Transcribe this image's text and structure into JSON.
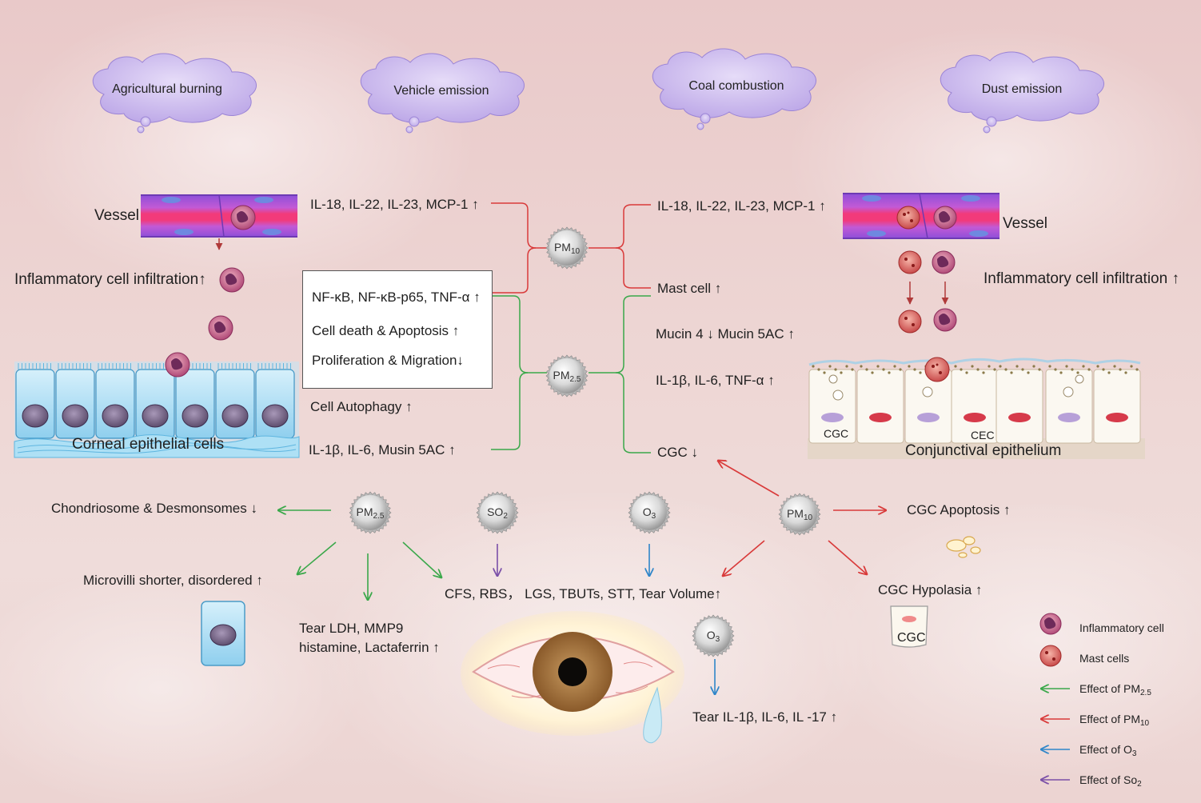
{
  "sources": [
    "Agricultural burning",
    "Vehicle emission",
    "Coal combustion",
    "Dust emission"
  ],
  "left": {
    "vessel": "Vessel",
    "infiltration": "Inflammatory cell infiltration↑",
    "corneal": "Corneal epithelial cells",
    "pm10_line": "IL-18, IL-22, IL-23, MCP-1 ↑",
    "box": [
      "NF-κB, NF-κB-p65, TNF-α ↑",
      "Cell death  & Apoptosis   ↑",
      "Proliferation  & Migration↓"
    ],
    "autophagy": "Cell Autophagy ↑",
    "il1b_musin": "IL-1β,  IL-6, Musin 5AC ↑"
  },
  "right": {
    "pm10_line": "IL-18, IL-22, IL-23, MCP-1 ↑",
    "mast": "Mast cell ↑",
    "mucin": "Mucin 4  ↓ Mucin 5AC ↑",
    "il1b": "IL-1β,  IL-6, TNF-α ↑",
    "cgc": "CGC ↓",
    "vessel": "Vessel",
    "infiltration": "Inflammatory  cell infiltration ↑",
    "conjunctival": "Conjunctival epithelium",
    "cgc_label": "CGC",
    "cec_label": "CEC"
  },
  "pollutants": {
    "pm10": {
      "base": "PM",
      "sub": "10"
    },
    "pm25": {
      "base": "PM",
      "sub": "2.5"
    },
    "so2": {
      "base": "SO",
      "sub": "2"
    },
    "o3": {
      "base": "O",
      "sub": "3"
    }
  },
  "bottom": {
    "chondriosome": "Chondriosome & Desmonsomes ↓",
    "microvilli": "Microvilli  shorter, disordered ↑",
    "tear_ldh_1": "Tear  LDH, MMP9",
    "tear_ldh_2": "histamine,  Lactaferrin ↑",
    "tests": "CFS, RBS， LGS, TBUTs, STT,  Tear Volume↑",
    "cgc_apoptosis": "CGC Apoptosis ↑",
    "cgc_hypolasia": "CGC Hypolasia ↑",
    "cgc_cell": "CGC",
    "tear_il": "Tear IL-1β,  IL-6,  IL -17 ↑"
  },
  "legend": [
    {
      "label": "Inflammatory cell",
      "kind": "inflammatory-cell"
    },
    {
      "label": "Mast cells",
      "kind": "mast-cell"
    },
    {
      "label": "Effect of PM",
      "sub": "2.5",
      "color": "#3aa84a"
    },
    {
      "label": "Effect of PM",
      "sub": "10",
      "color": "#d93a3a"
    },
    {
      "label": "Effect of O",
      "sub": "3",
      "color": "#2f86c9"
    },
    {
      "label": "Effect of So",
      "sub": "2",
      "color": "#7a4fa8"
    }
  ],
  "colors": {
    "pm25": "#3aa84a",
    "pm10": "#d93a3a",
    "o3": "#2f86c9",
    "so2": "#7a4fa8",
    "cloud": "#c9b7ee"
  }
}
